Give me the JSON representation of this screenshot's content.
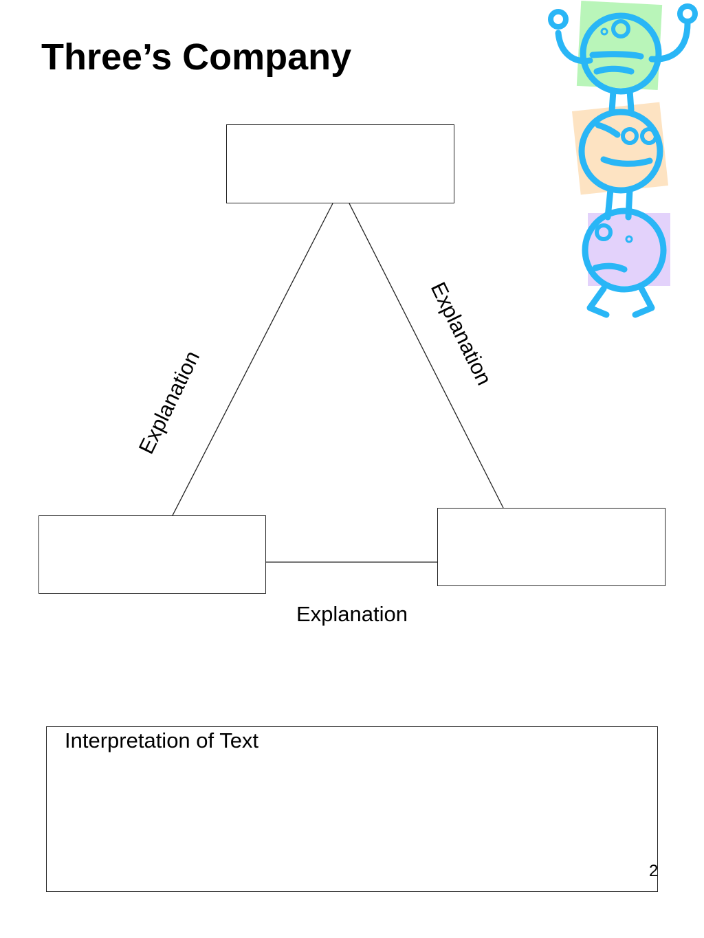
{
  "slide": {
    "title": "Three’s Company",
    "page_number": "2"
  },
  "diagram": {
    "boxes": [
      {
        "id": "top",
        "text": ""
      },
      {
        "id": "bottom-left",
        "text": ""
      },
      {
        "id": "bottom-right",
        "text": ""
      }
    ],
    "edge_labels": {
      "left": "Explanation",
      "right": "Explanation",
      "bottom": "Explanation"
    }
  },
  "interpretation": {
    "label": "Interpretation of Text"
  },
  "decoration": {
    "icon": "three-stacked-cartoon-characters-icon",
    "colors": {
      "figure_outline": "#29b6f6",
      "green_square": "#b9f5b9",
      "peach_square": "#fde3c2",
      "lavender_square": "#e3d2fb"
    }
  }
}
